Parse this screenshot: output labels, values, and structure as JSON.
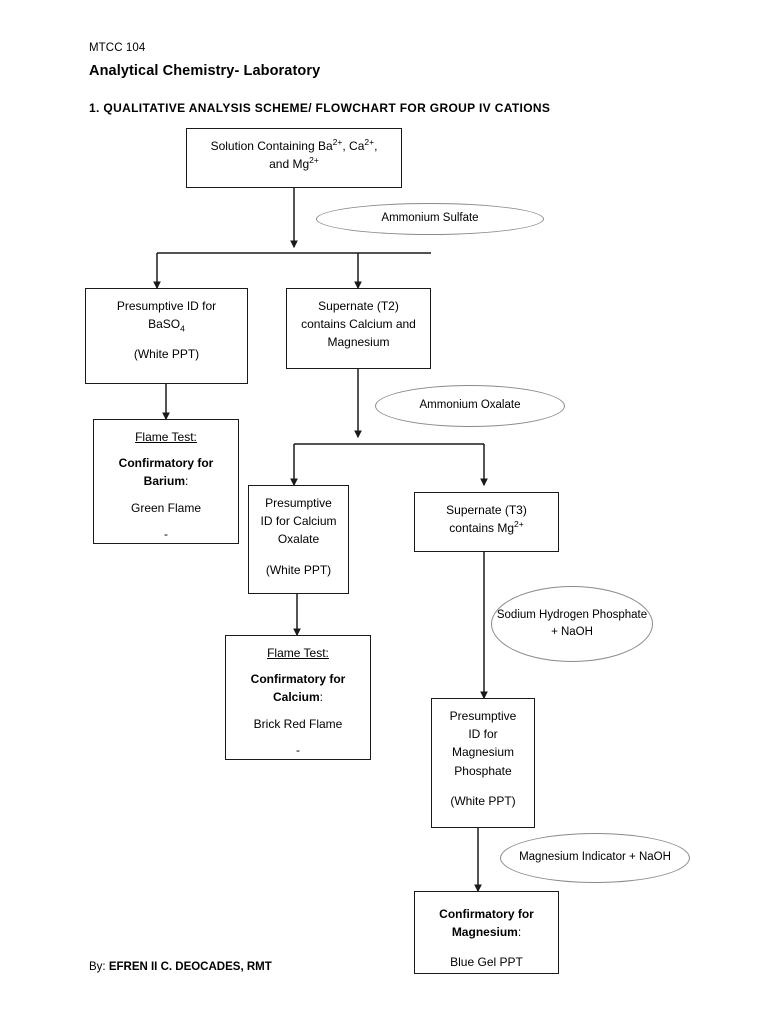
{
  "document": {
    "course_code": "MTCC 104",
    "course_title": "Analytical Chemistry- Laboratory",
    "section_heading": "1. QUALITATIVE ANALYSIS SCHEME/ FLOWCHART FOR GROUP IV CATIONS",
    "credit_prefix": "By: ",
    "credit_name": "EFREN II C. DEOCADES, RMT"
  },
  "chart_data": {
    "type": "flowchart",
    "title": "1. QUALITATIVE ANALYSIS SCHEME/ FLOWCHART FOR GROUP IV CATIONS",
    "nodes": [
      {
        "id": "start",
        "shape": "rect",
        "lines": [
          "Solution Containing Ba2+, Ca2+,",
          "and Mg2+"
        ]
      },
      {
        "id": "baso4",
        "shape": "rect",
        "lines": [
          "Presumptive ID for",
          "BaSO4",
          "",
          "(White PPT)"
        ]
      },
      {
        "id": "t2",
        "shape": "rect",
        "lines": [
          "Supernate (T2)",
          "contains Calcium and",
          "Magnesium"
        ]
      },
      {
        "id": "flame-barium",
        "shape": "rect",
        "lines": [
          "Flame Test:",
          "",
          "Confirmatory for",
          "Barium:",
          "",
          "Green Flame",
          "",
          "-"
        ]
      },
      {
        "id": "calcium-oxalate",
        "shape": "rect",
        "lines": [
          "Presumptive",
          "ID for Calcium",
          "Oxalate",
          "",
          "(White PPT)"
        ]
      },
      {
        "id": "t3",
        "shape": "rect",
        "lines": [
          "Supernate (T3)",
          "contains Mg2+"
        ]
      },
      {
        "id": "flame-calcium",
        "shape": "rect",
        "lines": [
          "Flame Test:",
          "",
          "Confirmatory for",
          "Calcium:",
          "",
          "Brick Red Flame",
          "",
          "-"
        ]
      },
      {
        "id": "mg-phosphate",
        "shape": "rect",
        "lines": [
          "Presumptive",
          "ID for",
          "Magnesium",
          "Phosphate",
          "",
          "(White PPT)"
        ]
      },
      {
        "id": "confirm-magnesium",
        "shape": "rect",
        "lines": [
          "Confirmatory for",
          "Magnesium:",
          "",
          "Blue Gel PPT"
        ]
      }
    ],
    "reagents": [
      {
        "id": "ammonium-sulfate",
        "shape": "ellipse",
        "lines": [
          "Ammonium Sulfate"
        ]
      },
      {
        "id": "ammonium-oxalate",
        "shape": "ellipse",
        "lines": [
          "Ammonium Oxalate"
        ]
      },
      {
        "id": "sodium-hydrogen-phosphate",
        "shape": "ellipse",
        "lines": [
          "Sodium Hydrogen",
          "Phosphate +",
          "NaOH"
        ]
      },
      {
        "id": "magnesium-indicator",
        "shape": "ellipse",
        "lines": [
          "Magnesium Indicator +",
          "NaOH"
        ]
      }
    ],
    "edges": [
      {
        "from": "start",
        "to": "baso4",
        "reagent": "ammonium-sulfate"
      },
      {
        "from": "start",
        "to": "t2",
        "reagent": "ammonium-sulfate"
      },
      {
        "from": "baso4",
        "to": "flame-barium"
      },
      {
        "from": "t2",
        "to": "calcium-oxalate",
        "reagent": "ammonium-oxalate"
      },
      {
        "from": "t2",
        "to": "t3",
        "reagent": "ammonium-oxalate"
      },
      {
        "from": "calcium-oxalate",
        "to": "flame-calcium"
      },
      {
        "from": "t3",
        "to": "mg-phosphate",
        "reagent": "sodium-hydrogen-phosphate"
      },
      {
        "from": "mg-phosphate",
        "to": "confirm-magnesium",
        "reagent": "magnesium-indicator"
      }
    ]
  },
  "nodes": {
    "start": {
      "l1a": "Solution Containing Ba",
      "l1b": "2+",
      "l1c": ", Ca",
      "l1d": "2+",
      "l1e": ",",
      "l2a": "and Mg",
      "l2b": "2+"
    },
    "baso4": {
      "l1": "Presumptive ID for",
      "l2a": "BaSO",
      "l2b": "4",
      "l3": "(White PPT)"
    },
    "t2": {
      "l1": "Supernate (T2)",
      "l2": "contains Calcium and",
      "l3": "Magnesium"
    },
    "flame_barium": {
      "l1": "Flame Test:",
      "l2": "Confirmatory for",
      "l3a": "Barium",
      "l3b": ":",
      "l4": "Green Flame",
      "l5": "-"
    },
    "calcium_oxalate": {
      "l1": "Presumptive",
      "l2": "ID for Calcium",
      "l3": "Oxalate",
      "l4": "(White PPT)"
    },
    "t3": {
      "l1": "Supernate (T3)",
      "l2a": "contains Mg",
      "l2b": "2+"
    },
    "flame_calcium": {
      "l1": "Flame Test:",
      "l2": "Confirmatory for",
      "l3a": "Calcium",
      "l3b": ":",
      "l4": "Brick Red Flame",
      "l5": "-"
    },
    "mg_phosphate": {
      "l1": "Presumptive",
      "l2": "ID for",
      "l3": "Magnesium",
      "l4": "Phosphate",
      "l5": "(White PPT)"
    },
    "confirm_magnesium": {
      "l1": "Confirmatory for",
      "l2a": "Magnesium",
      "l2b": ":",
      "l3": "Blue Gel PPT"
    }
  },
  "reagents": {
    "ammonium_sulfate": {
      "l1": "Ammonium Sulfate"
    },
    "ammonium_oxalate": {
      "l1": "Ammonium Oxalate"
    },
    "sodium_hydrogen_phosphate": {
      "l1": "Sodium Hydrogen",
      "l2": "Phosphate +",
      "l3": "NaOH"
    },
    "magnesium_indicator": {
      "l1": "Magnesium Indicator +",
      "l2": "NaOH"
    }
  },
  "colors": {
    "stroke": "#1a1a1a",
    "reagent_stroke": "#8a8a8a",
    "background": "#ffffff",
    "text": "#000000"
  }
}
